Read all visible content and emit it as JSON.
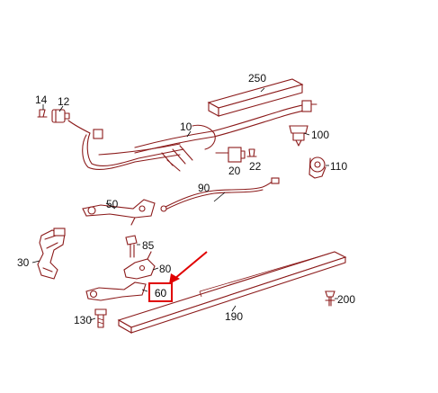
{
  "callouts": {
    "c14": "14",
    "c12": "12",
    "c250": "250",
    "c10": "10",
    "c100": "100",
    "c20": "20",
    "c22": "22",
    "c110": "110",
    "c90": "90",
    "c50": "50",
    "c85": "85",
    "c80": "80",
    "c30": "30",
    "c60": "60",
    "c200": "200",
    "c130": "130",
    "c190": "190"
  },
  "highlight": {
    "callout": "60",
    "color": "#e00000"
  },
  "colors": {
    "part_stroke": "#8b1a1a",
    "label_text": "#111111",
    "highlight": "#e00000"
  }
}
